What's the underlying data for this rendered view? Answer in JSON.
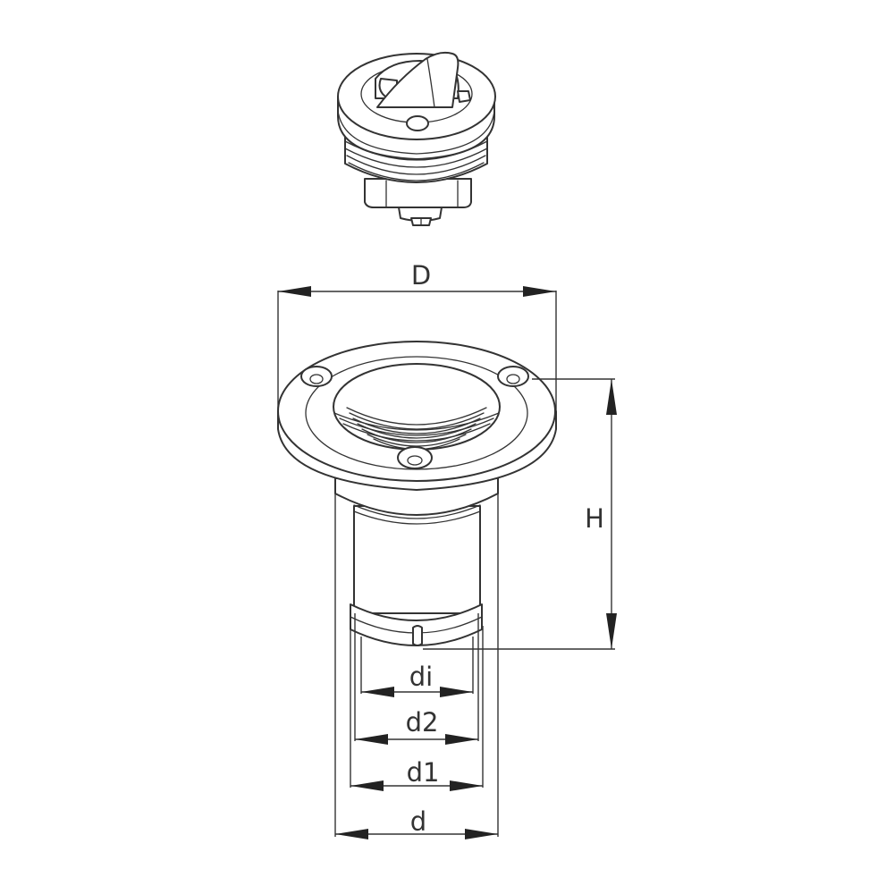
{
  "dimensions": {
    "D": "D",
    "H": "H",
    "di": "di",
    "d2": "d2",
    "d1": "d1",
    "d": "d"
  },
  "colors": {
    "line": "#333333",
    "arrow": "#222222",
    "background": "#ffffff"
  }
}
